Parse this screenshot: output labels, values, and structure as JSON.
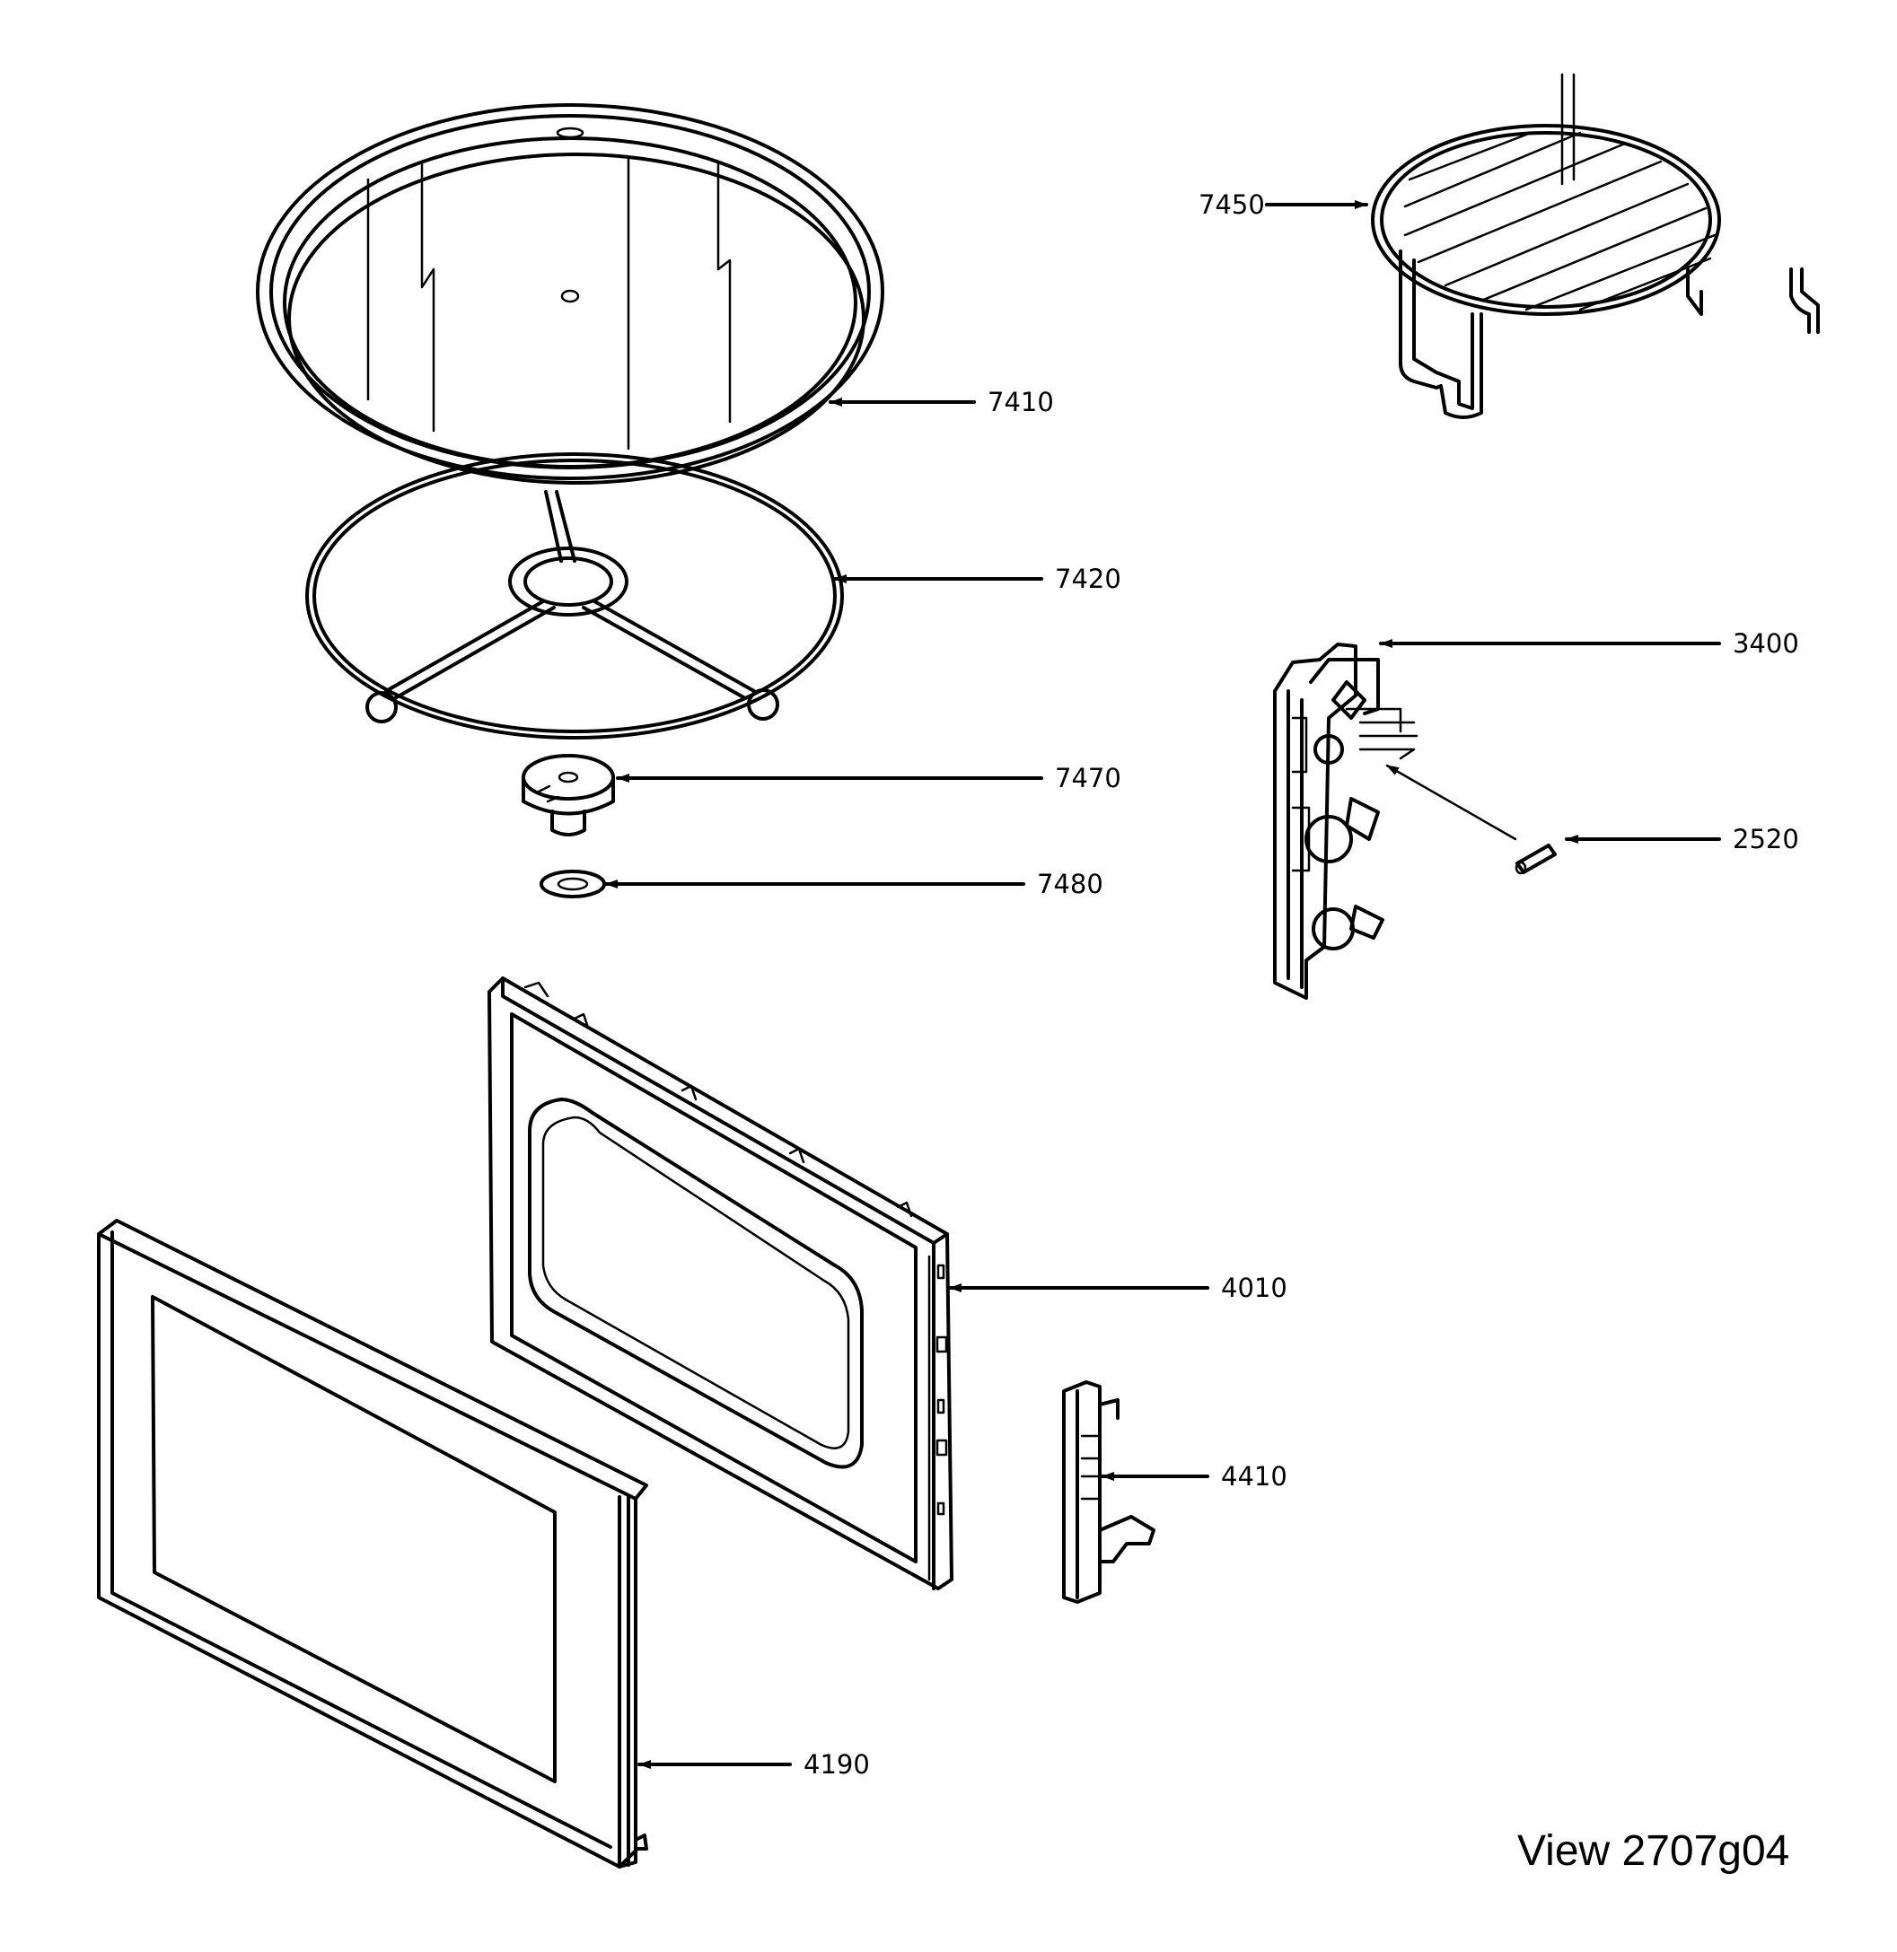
{
  "view_label": "View 2707g04",
  "callouts": {
    "p7410": "7410",
    "p7420": "7420",
    "p7470": "7470",
    "p7480": "7480",
    "p7450": "7450",
    "p3400": "3400",
    "p2520": "2520",
    "p4010": "4010",
    "p4410": "4410",
    "p4190": "4190"
  }
}
